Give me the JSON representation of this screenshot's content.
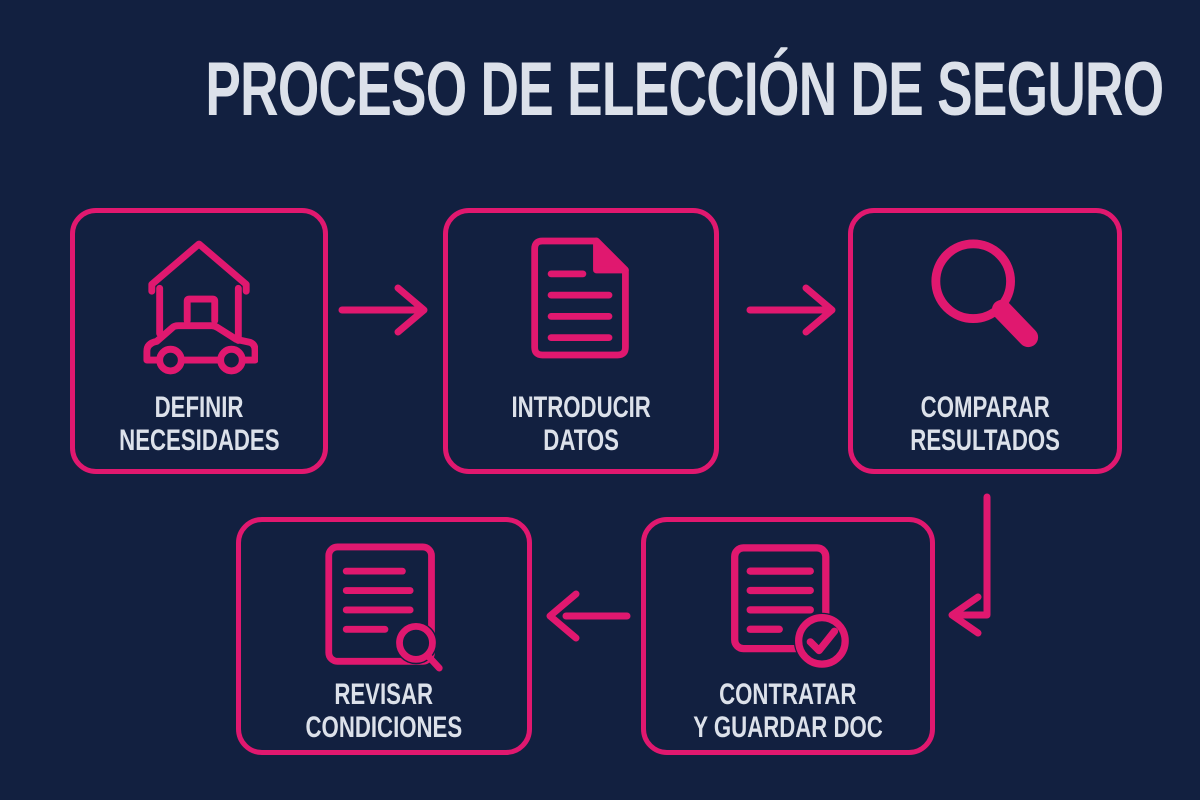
{
  "title": "PROCESO DE ELECCIÓN DE SEGURO",
  "colors": {
    "background": "#122040",
    "accent": "#E0186F",
    "text": "#DCE1EA"
  },
  "steps": [
    {
      "name": "definir-necesidades",
      "icon": "house-car-icon",
      "lines": [
        "DEFINIR",
        "NECESIDADES"
      ]
    },
    {
      "name": "introducir-datos",
      "icon": "document-icon",
      "lines": [
        "INTRODUCIR",
        "DATOS"
      ]
    },
    {
      "name": "comparar-resultados",
      "icon": "magnifier-icon",
      "lines": [
        "COMPARAR",
        "RESULTADOS"
      ]
    },
    {
      "name": "contratar-guardar-doc",
      "icon": "document-check-icon",
      "lines": [
        "CONTRATAR",
        "Y GUARDAR DOC"
      ]
    },
    {
      "name": "revisar-condiciones",
      "icon": "document-search-icon",
      "lines": [
        "REVISAR",
        "CONDICIONES"
      ]
    }
  ]
}
